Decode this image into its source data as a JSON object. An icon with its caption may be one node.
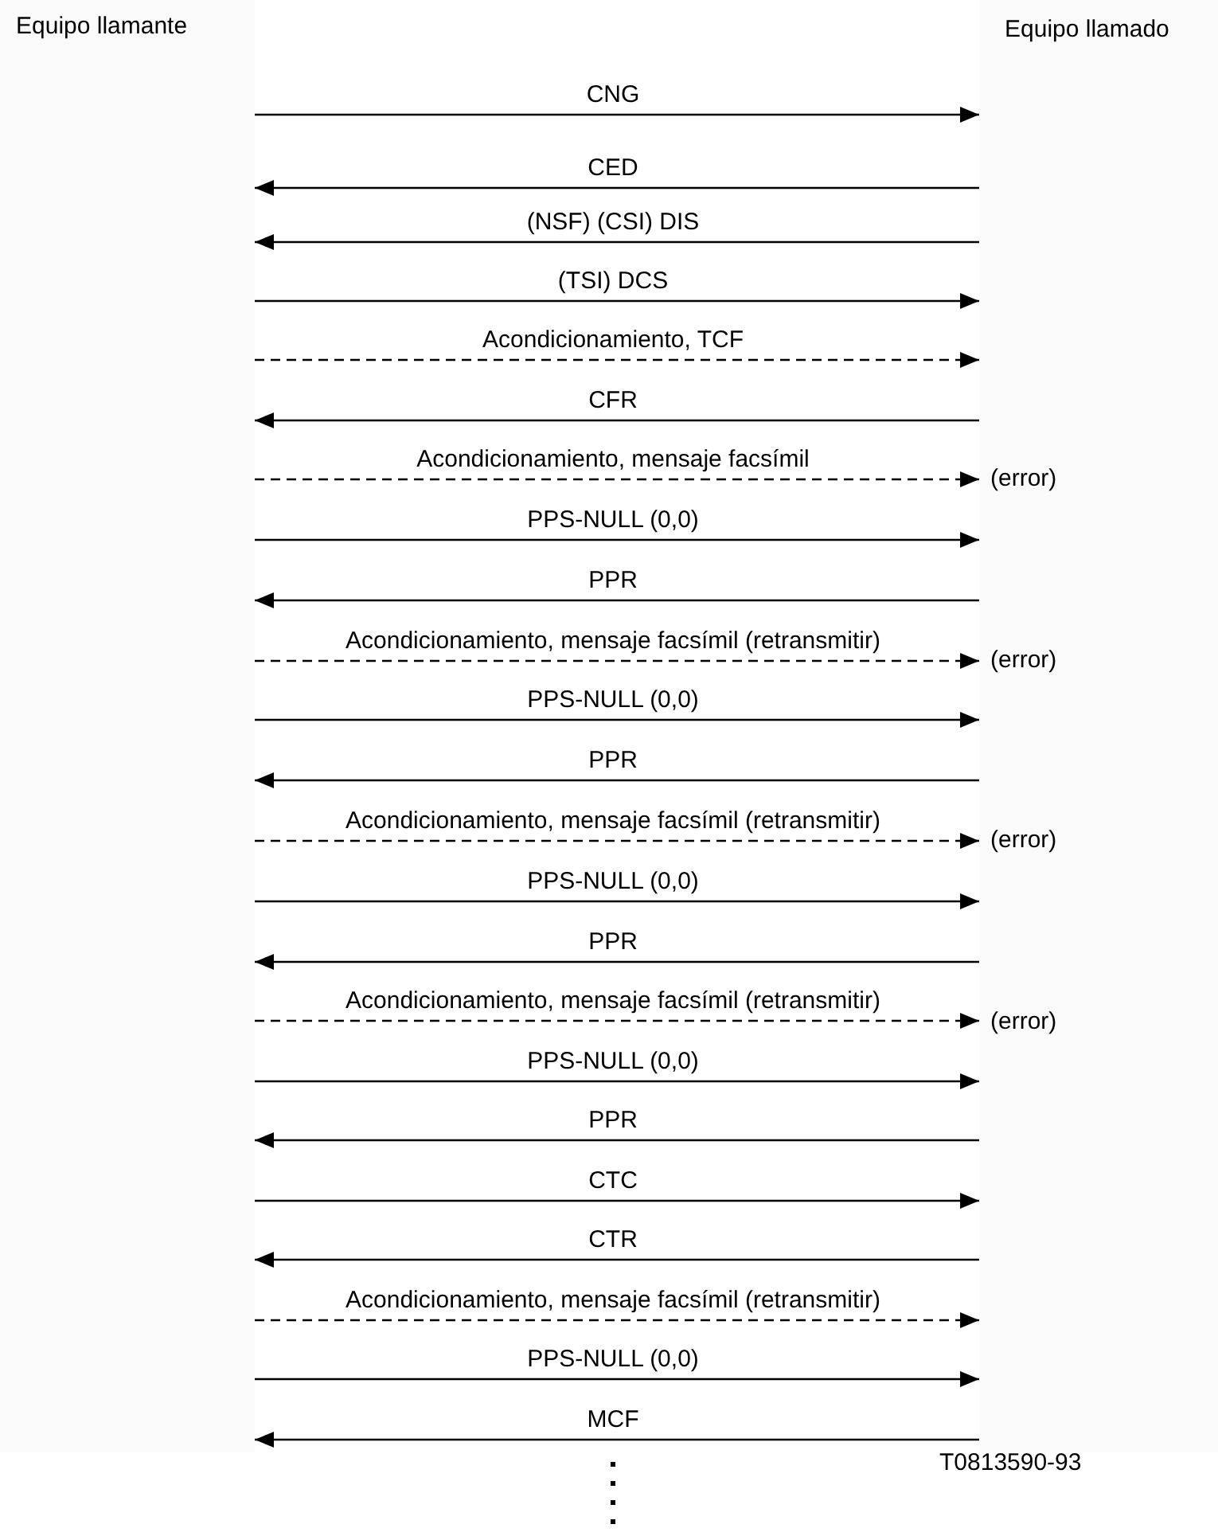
{
  "diagram": {
    "nodes": [
      {
        "text": [
          "Equipo llamante"
        ]
      },
      {
        "text": [
          "Equipo llamado"
        ]
      }
    ],
    "edges": [
      {
        "from": 0,
        "to": 1,
        "arrow": "to",
        "label": "CNG"
      },
      {
        "from": 1,
        "to": 0,
        "arrow": "to",
        "label": "CED"
      },
      {
        "from": 1,
        "to": 0,
        "arrow": "to",
        "label": "(NSF) (CSI) DIS"
      },
      {
        "from": 0,
        "to": 1,
        "arrow": "to",
        "label": "(TSI) DCS"
      },
      {
        "from": 0,
        "to": 1,
        "arrow": "to",
        "label": "Acondicionamiento, TCF",
        "style": "dashed"
      },
      {
        "from": 1,
        "to": 0,
        "arrow": "to",
        "label": "CFR"
      },
      {
        "from": 0,
        "to": 1,
        "arrow": "to",
        "label": "Acondicionamiento, mensaje facsímil",
        "style": "dashed"
      },
      {
        "from": 0,
        "to": 1,
        "arrow": "to",
        "label": "PPS-NULL (0,0)"
      },
      {
        "from": 1,
        "to": 0,
        "arrow": "to",
        "label": "PPR"
      },
      {
        "from": 0,
        "to": 1,
        "arrow": "to",
        "label": "Acondicionamiento, mensaje facsímil (retransmitir)",
        "style": "dashed"
      },
      {
        "from": 0,
        "to": 1,
        "arrow": "to",
        "label": "PPS-NULL (0,0)"
      },
      {
        "from": 1,
        "to": 0,
        "arrow": "to",
        "label": "PPR"
      },
      {
        "from": 0,
        "to": 1,
        "arrow": "to",
        "label": "Acondicionamiento, mensaje facsímil (retransmitir)",
        "style": "dashed"
      },
      {
        "from": 0,
        "to": 1,
        "arrow": "to",
        "label": "PPS-NULL (0,0)"
      },
      {
        "from": 1,
        "to": 0,
        "arrow": "to",
        "label": "PPR"
      },
      {
        "from": 0,
        "to": 1,
        "arrow": "to",
        "label": "Acondicionamiento, mensaje facsímil (retransmitir)",
        "style": "dashed"
      },
      {
        "from": 0,
        "to": 1,
        "arrow": "to",
        "label": "PPS-NULL (0,0)"
      },
      {
        "from": 1,
        "to": 0,
        "arrow": "to",
        "label": "PPR"
      },
      {
        "from": 0,
        "to": 1,
        "arrow": "to",
        "label": "CTC"
      },
      {
        "from": 1,
        "to": 0,
        "arrow": "to",
        "label": "CTR"
      },
      {
        "from": 0,
        "to": 1,
        "arrow": "to",
        "label": "Acondicionamiento, mensaje facsímil (retransmitir)",
        "style": "dashed"
      },
      {
        "from": 0,
        "to": 1,
        "arrow": "to",
        "label": "PPS-NULL (0,0)"
      },
      {
        "from": 1,
        "to": 0,
        "arrow": "to",
        "label": "MCF"
      }
    ],
    "labels": [
      "(error)",
      "(error)",
      "(error)",
      "(error)",
      "T0813590-93"
    ]
  }
}
